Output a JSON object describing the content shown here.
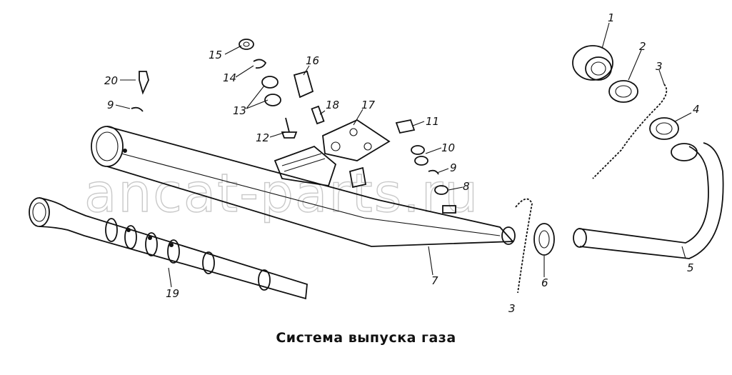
{
  "caption": "Система выпуска газа",
  "watermark": "ancat-parts.ru",
  "part_labels": {
    "p1": "1",
    "p2": "2",
    "p3a": "3",
    "p3b": "3",
    "p4": "4",
    "p5": "5",
    "p6": "6",
    "p7": "7",
    "p8": "8",
    "p9a": "9",
    "p9b": "9",
    "p10": "10",
    "p11": "11",
    "p12": "12",
    "p13": "13",
    "p14": "14",
    "p15": "15",
    "p16": "16",
    "p17": "17",
    "p18": "18",
    "p19": "19",
    "p20": "20"
  },
  "colors": {
    "ink": "#111111",
    "paper": "#ffffff",
    "watermark": "#c9c9c9"
  }
}
